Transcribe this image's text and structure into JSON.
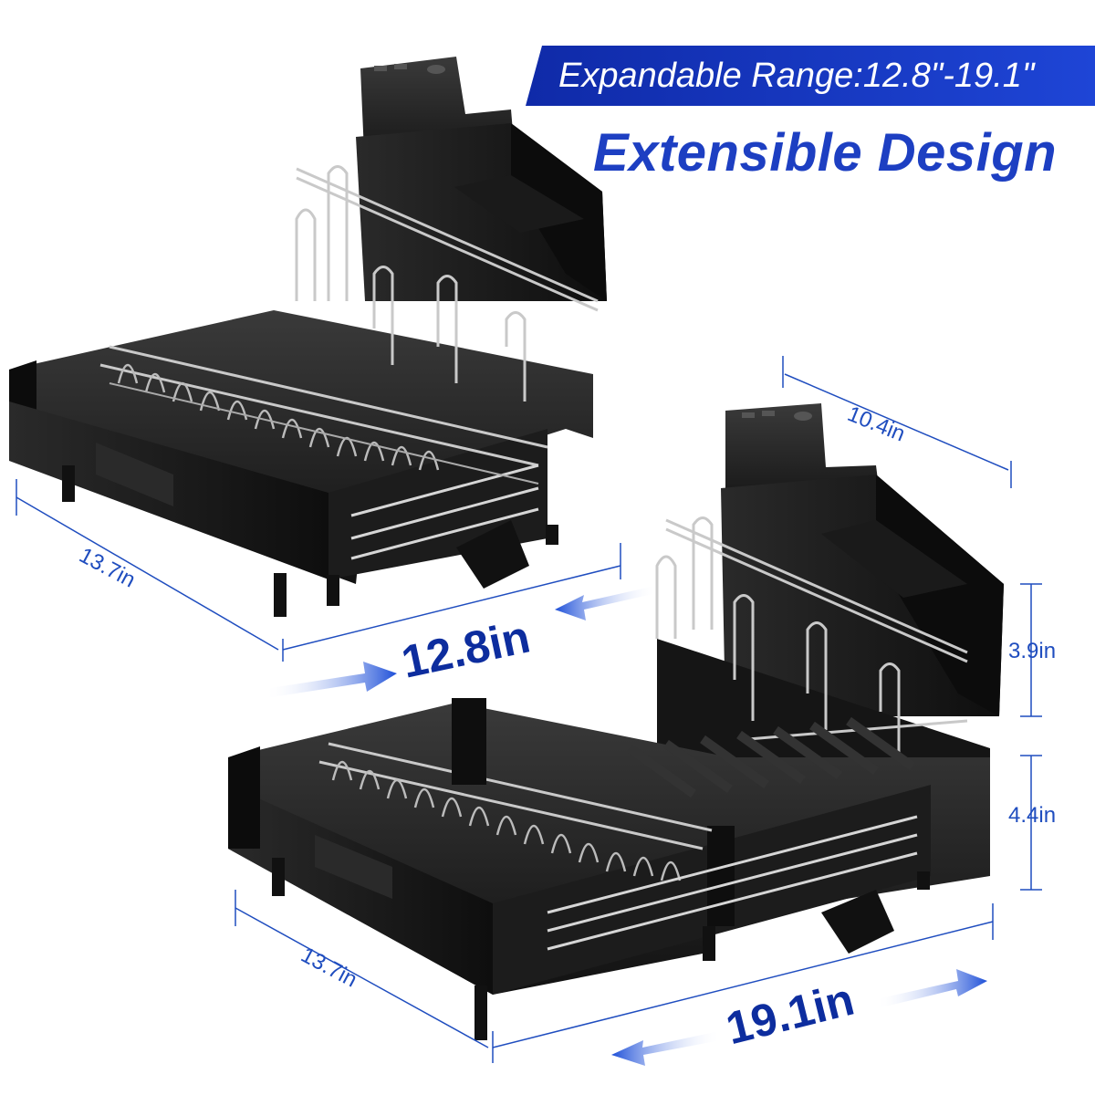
{
  "banner": {
    "text": "Expandable Range:12.8\"-19.1\""
  },
  "headline": "Extensible Design",
  "top_rack": {
    "depth": "13.7in",
    "width": "12.8in"
  },
  "bottom_rack": {
    "holder_width": "10.4in",
    "holder_height": "3.9in",
    "rack_height": "4.4in",
    "depth": "13.7in",
    "width": "19.1in"
  },
  "colors": {
    "banner_blue": "#1a3cc8",
    "headline_blue": "#1d3fc2",
    "dimension_blue": "#1f4dbf",
    "rack_black": "#1b1b1b"
  },
  "icons": [
    "arrow-right-icon",
    "arrow-left-icon"
  ]
}
